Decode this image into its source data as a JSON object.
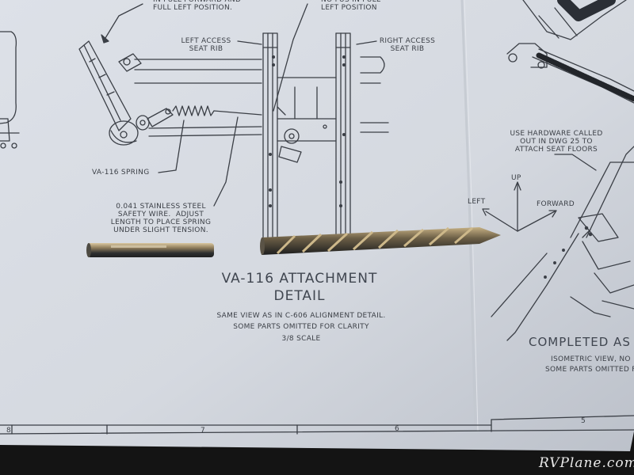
{
  "labels": {
    "top_left": "IN FULL FORWARD AND\nFULL LEFT POSITION.",
    "top_mid": "NO FUS IN FULL\nLEFT POSITION",
    "left_rib": "LEFT ACCESS\nSEAT RIB",
    "right_rib": "RIGHT ACCESS\nSEAT RIB",
    "spring": "VA-116 SPRING",
    "wire": "0.041 STAINLESS STEEL\nSAFETY WIRE.  ADJUST\nLENGTH TO PLACE SPRING\nUNDER SLIGHT TENSION.",
    "hardware": "USE HARDWARE CALLED\nOUT IN DWG 25 TO\nATTACH SEAT FLOORS",
    "up": "UP",
    "left": "LEFT",
    "forward": "FORWARD"
  },
  "titles": {
    "detail_line1": "VA-116 ATTACHMENT",
    "detail_line2": "DETAIL",
    "note1": "SAME VIEW AS IN C-606 ALIGNMENT DETAIL.",
    "note2": "SOME PARTS OMITTED FOR CLARITY",
    "scale": "3/8 SCALE",
    "completed": "COMPLETED AS",
    "iso1": "ISOMETRIC VIEW, NO",
    "iso2": "SOME PARTS OMITTED F"
  },
  "ruler": {
    "n8": "8",
    "n7": "7",
    "n6": "6",
    "n5": "5"
  },
  "watermark": "RVPlane.com",
  "colors": {
    "paper": "#d7dbe2",
    "paper_shadow": "#b9bec7",
    "ink": "#3b3f46",
    "background": "#141414",
    "drill_dark": "#2b2d2e",
    "drill_gold": "#b9a27a"
  }
}
